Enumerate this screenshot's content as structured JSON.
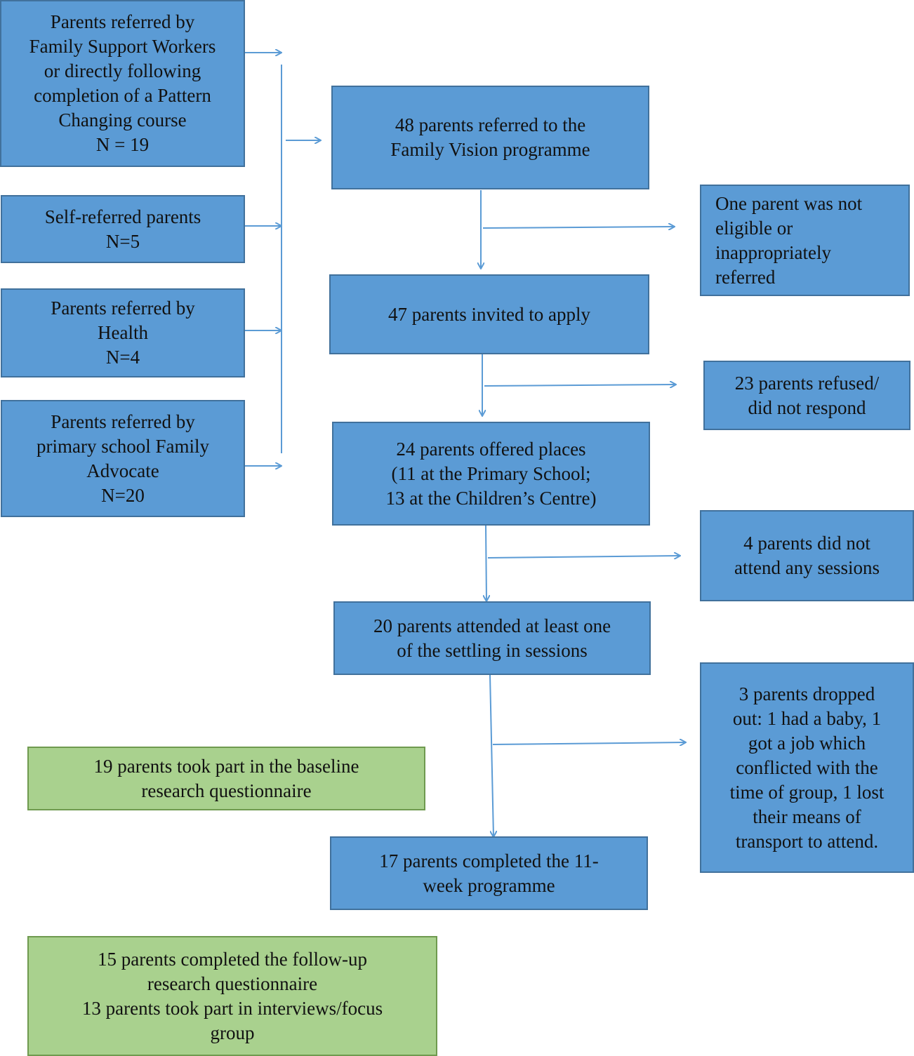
{
  "diagram": {
    "colors": {
      "blue_fill": "#5b9bd5",
      "green_fill": "#a9d18e",
      "arrow": "#5b9bd5"
    },
    "sources": [
      {
        "id": "family-support",
        "lines": [
          "Parents referred by",
          "Family Support Workers",
          "or directly following",
          "completion of a Pattern",
          "Changing course",
          "N = 19"
        ]
      },
      {
        "id": "self-referred",
        "lines": [
          "Self-referred parents",
          "N=5"
        ]
      },
      {
        "id": "health",
        "lines": [
          "Parents referred by",
          "Health",
          "N=4"
        ]
      },
      {
        "id": "family-advocate",
        "lines": [
          "Parents referred by",
          "primary school Family",
          "Advocate",
          "N=20"
        ]
      }
    ],
    "main_flow": [
      {
        "id": "referred",
        "lines": [
          "48 parents referred to the",
          "Family Vision programme"
        ]
      },
      {
        "id": "invited",
        "lines": [
          "47 parents invited to apply"
        ]
      },
      {
        "id": "offered",
        "lines": [
          "24 parents offered places",
          "(11 at the Primary School;",
          "13 at the Children’s Centre)"
        ]
      },
      {
        "id": "attended",
        "lines": [
          "20 parents attended at least one",
          "of the settling in sessions"
        ]
      },
      {
        "id": "completed",
        "lines": [
          "17 parents completed the 11-",
          "week programme"
        ]
      }
    ],
    "exclusions": [
      {
        "id": "not-eligible",
        "lines": [
          "One parent was not",
          "eligible or",
          "inappropriately",
          "referred"
        ]
      },
      {
        "id": "refused",
        "lines": [
          "23 parents refused/",
          "did not respond"
        ]
      },
      {
        "id": "no-attend",
        "lines": [
          "4 parents did not",
          "attend any sessions"
        ]
      },
      {
        "id": "dropped-out",
        "lines": [
          "3 parents dropped",
          "out: 1 had a baby, 1",
          "got a job which",
          "conflicted with the",
          "time of group, 1 lost",
          "their means of",
          "transport to attend."
        ]
      }
    ],
    "research": [
      {
        "id": "baseline",
        "lines": [
          "19 parents took part in the baseline",
          "research questionnaire"
        ]
      },
      {
        "id": "follow-up",
        "lines": [
          "15 parents completed the follow-up",
          "research questionnaire",
          "13 parents took part in interviews/focus",
          "group"
        ]
      }
    ]
  }
}
